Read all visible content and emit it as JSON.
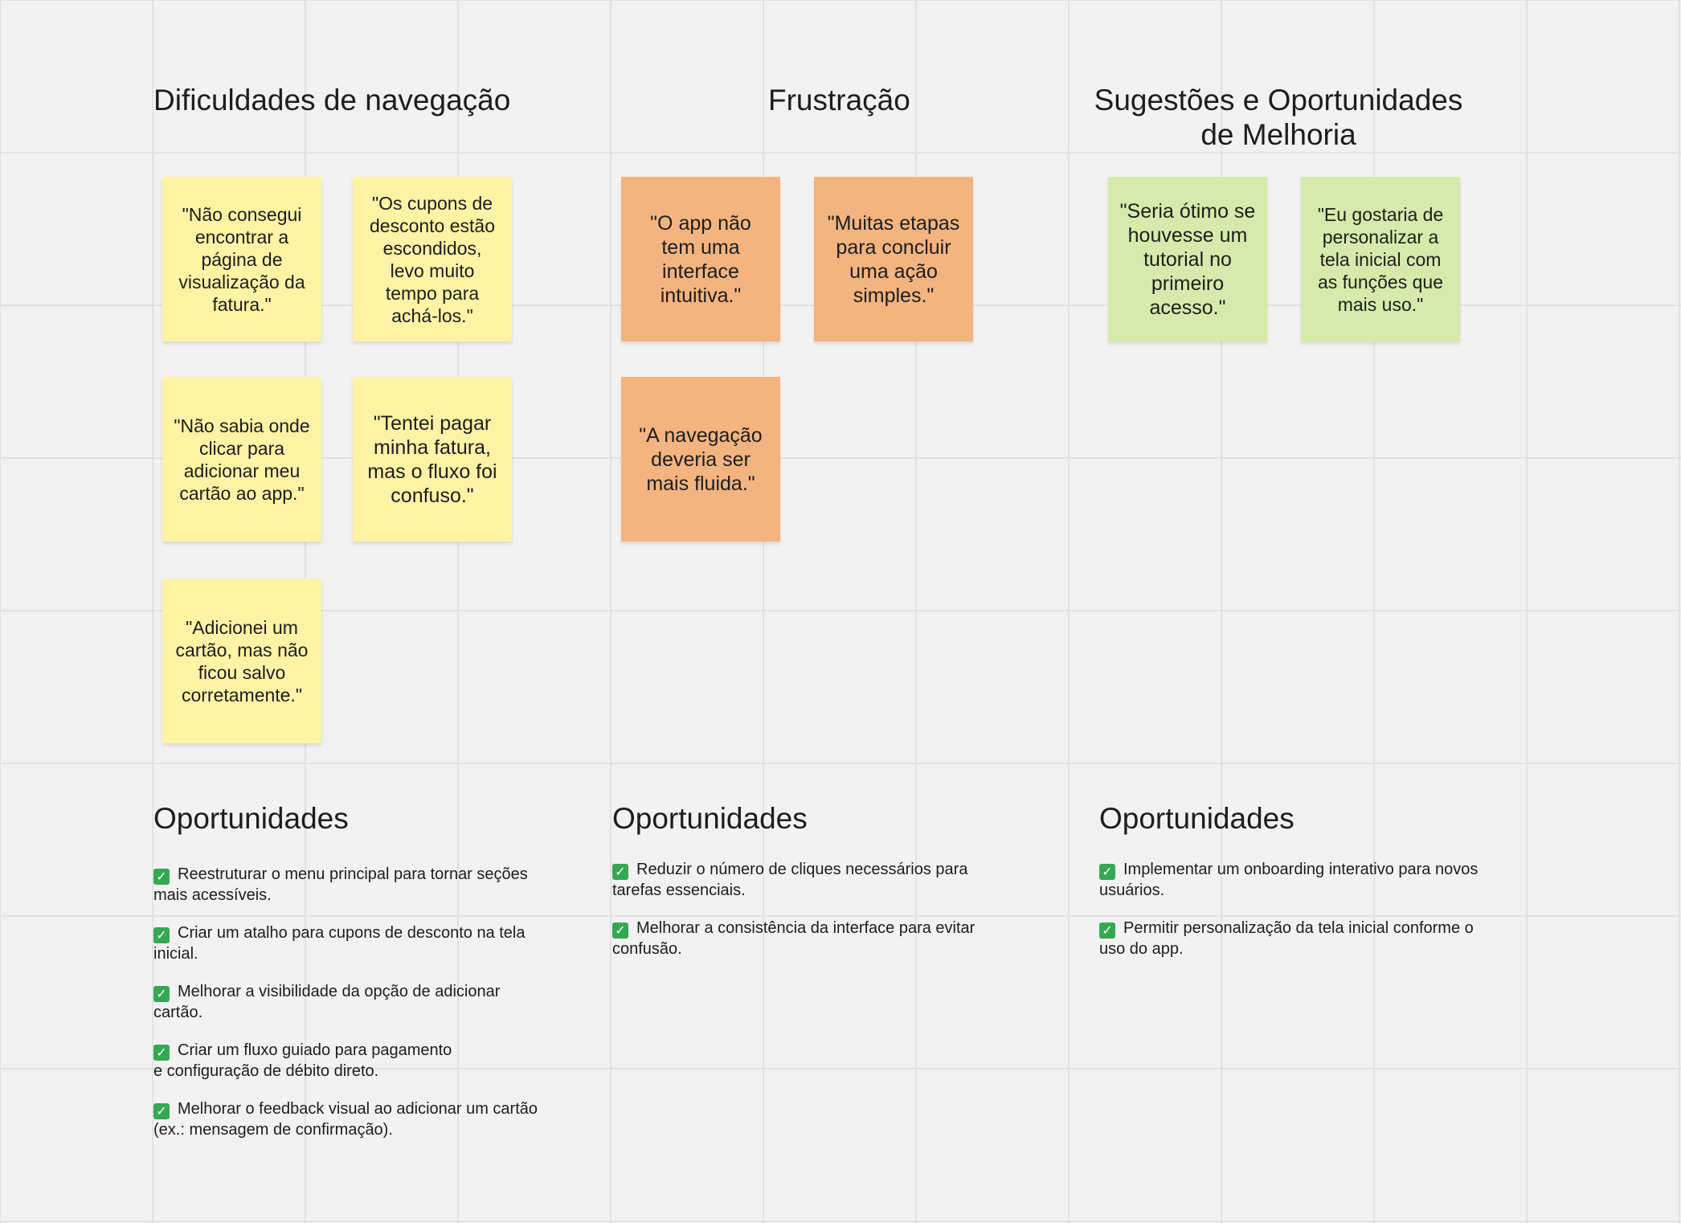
{
  "columns": [
    {
      "title": "Dificuldades de navegação",
      "notes": [
        {
          "text": "\"Não consegui encontrar a página de visualização da fatura.\""
        },
        {
          "text": "\"Os cupons de desconto estão escondidos, levo muito tempo para achá-los.\""
        },
        {
          "text": "\"Não sabia onde clicar para adicionar meu cartão ao app.\""
        },
        {
          "text": "\"Tentei pagar minha fatura, mas o fluxo foi confuso.\""
        },
        {
          "text": "\"Adicionei um cartão, mas não ficou salvo corretamente.\""
        }
      ],
      "opportunities_title": "Oportunidades",
      "opportunities": [
        {
          "line1": "Reestruturar o menu principal para tornar seções",
          "line2": "mais acessíveis."
        },
        {
          "line1": "Criar um atalho para cupons de desconto na tela",
          "line2": "inicial."
        },
        {
          "line1": "Melhorar a visibilidade da opção de adicionar",
          "line2": "cartão."
        },
        {
          "line1": "Criar um fluxo guiado para pagamento",
          "line2": "e configuração de débito direto."
        },
        {
          "line1": "Melhorar o feedback visual ao adicionar um cartão",
          "line2": "(ex.: mensagem de confirmação)."
        }
      ]
    },
    {
      "title": "Frustração",
      "notes": [
        {
          "text": "\"O app não tem uma interface intuitiva.\""
        },
        {
          "text": "\"Muitas etapas para concluir uma ação simples.\""
        },
        {
          "text": "\"A navegação deveria ser mais fluida.\""
        }
      ],
      "opportunities_title": "Oportunidades",
      "opportunities": [
        {
          "line1": "Reduzir o número de cliques necessários para",
          "line2": "tarefas essenciais."
        },
        {
          "line1": "Melhorar a consistência da interface para evitar",
          "line2": "confusão."
        }
      ]
    },
    {
      "title": "Sugestões e Oportunidades",
      "title_line2": "de Melhoria",
      "notes": [
        {
          "text": "\"Seria ótimo se houvesse um tutorial no primeiro acesso.\""
        },
        {
          "text": "\"Eu gostaria de personalizar a tela inicial com as funções que mais uso.\""
        }
      ],
      "opportunities_title": "Oportunidades",
      "opportunities": [
        {
          "line1": "Implementar um onboarding interativo para novos",
          "line2": "usuários."
        },
        {
          "line1": "Permitir personalização da tela inicial conforme o",
          "line2": "uso do app."
        }
      ]
    }
  ],
  "colors": {
    "background": "#f2f2f2",
    "grid": "#e2e2e2",
    "yellow_note": "#fff3a6",
    "orange_note": "#f4b480",
    "green_note": "#d6ebab",
    "check": "#35a853"
  },
  "icons": {
    "check": "white-check-mark-icon"
  }
}
